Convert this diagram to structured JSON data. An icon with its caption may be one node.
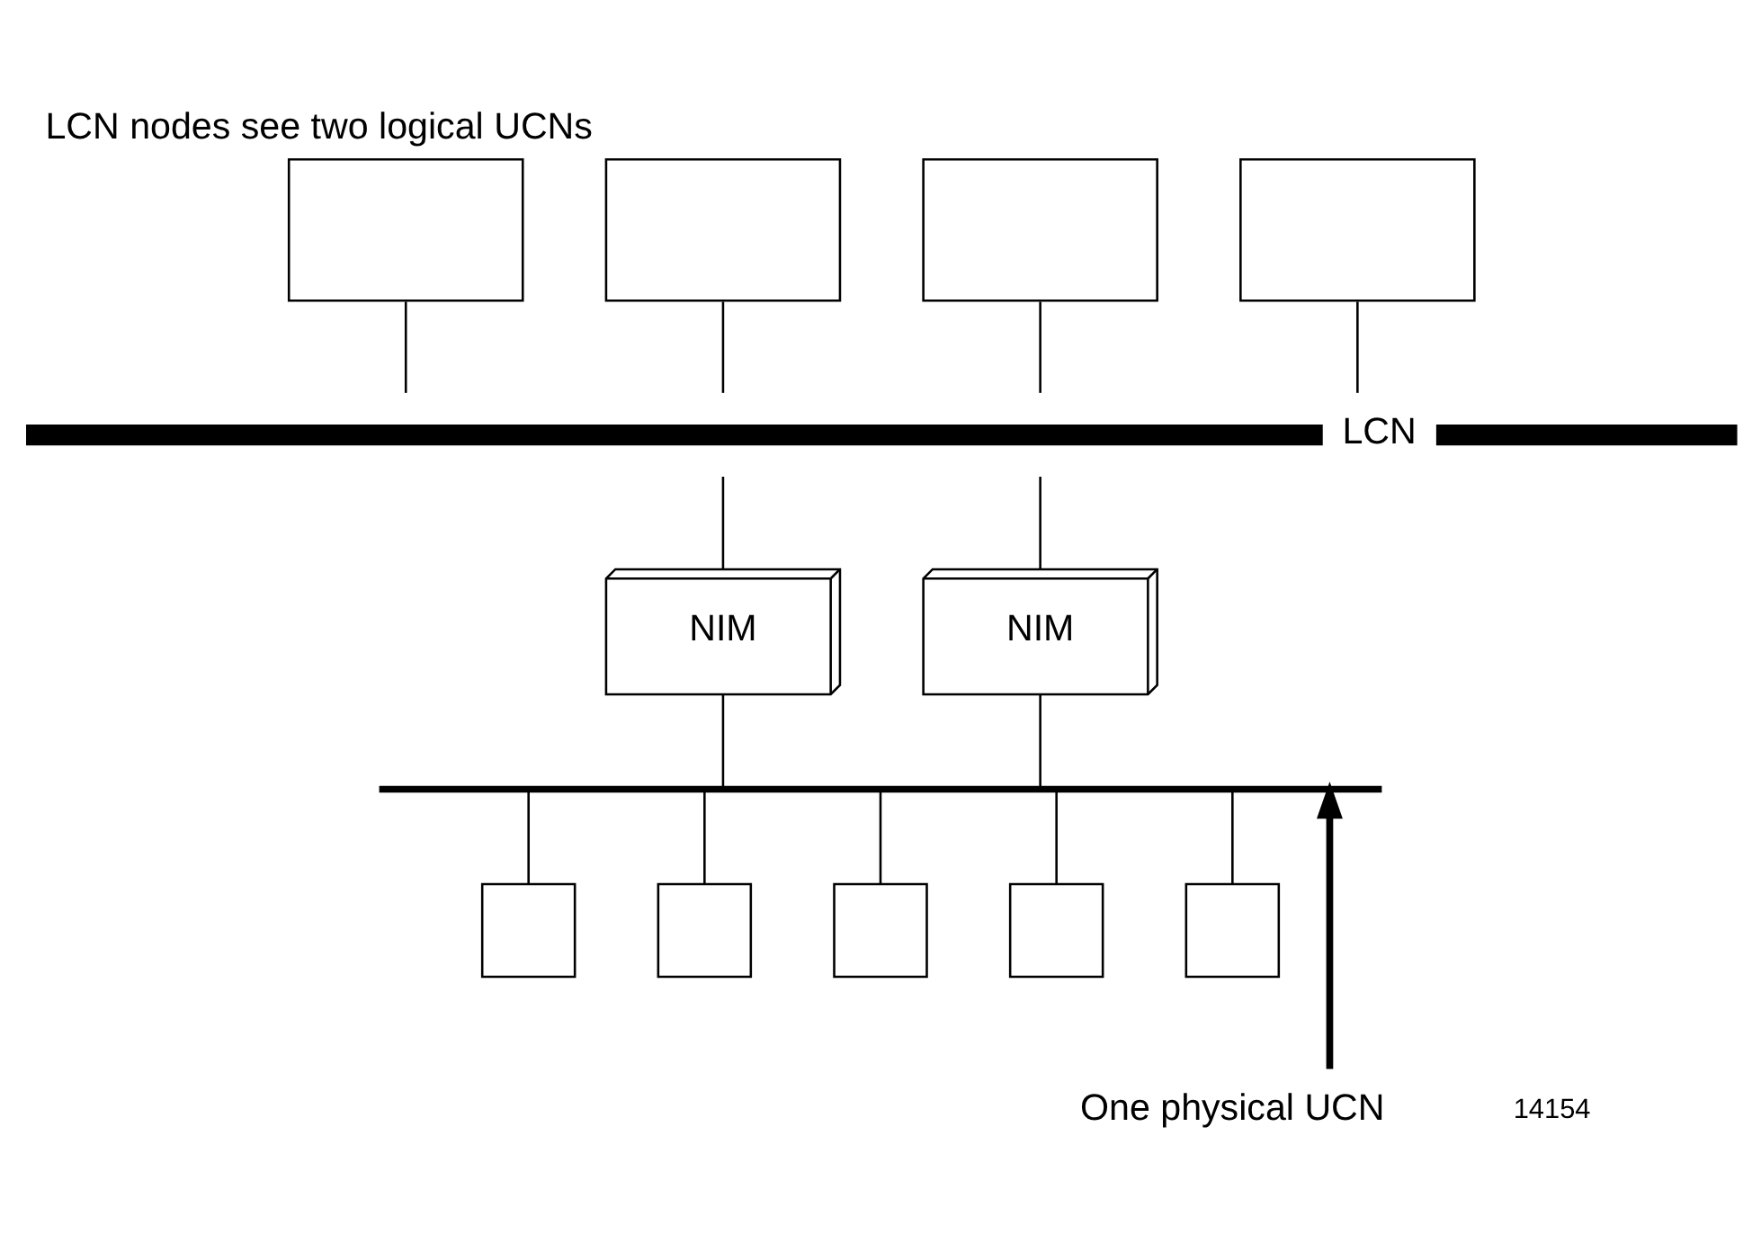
{
  "diagram": {
    "title": "LCN nodes see two logical UCNs",
    "nodes": [
      {
        "text": [],
        "shape": "box"
      },
      {
        "text": [],
        "shape": "box"
      },
      {
        "text": [],
        "shape": "box"
      },
      {
        "text": [],
        "shape": "box"
      },
      {
        "text": [
          "LCN"
        ]
      },
      {
        "text": [
          "NIM"
        ]
      },
      {
        "text": [
          "NIM"
        ]
      },
      {
        "text": [],
        "shape": "bar"
      },
      {
        "text": [],
        "shape": "box"
      },
      {
        "text": [],
        "shape": "box"
      },
      {
        "text": [],
        "shape": "box"
      },
      {
        "text": [],
        "shape": "box"
      },
      {
        "text": [],
        "shape": "box"
      },
      {
        "text": [
          "One physical UCN"
        ]
      }
    ],
    "edges": [
      {
        "from": 0,
        "to": 4,
        "arrow": "none"
      },
      {
        "from": 1,
        "to": 4,
        "arrow": "none"
      },
      {
        "from": 2,
        "to": 4,
        "arrow": "none"
      },
      {
        "from": 3,
        "to": 4,
        "arrow": "none"
      },
      {
        "from": 4,
        "to": 5,
        "arrow": "none"
      },
      {
        "from": 4,
        "to": 6,
        "arrow": "none"
      },
      {
        "from": 5,
        "to": 7,
        "arrow": "none"
      },
      {
        "from": 6,
        "to": 7,
        "arrow": "none"
      },
      {
        "from": 7,
        "to": 8,
        "arrow": "none"
      },
      {
        "from": 7,
        "to": 9,
        "arrow": "none"
      },
      {
        "from": 7,
        "to": 10,
        "arrow": "none"
      },
      {
        "from": 7,
        "to": 11,
        "arrow": "none"
      },
      {
        "from": 7,
        "to": 12,
        "arrow": "none"
      },
      {
        "from": 13,
        "to": 7,
        "arrow": "to",
        "style": "thick"
      }
    ],
    "labels": [
      "14154"
    ]
  }
}
